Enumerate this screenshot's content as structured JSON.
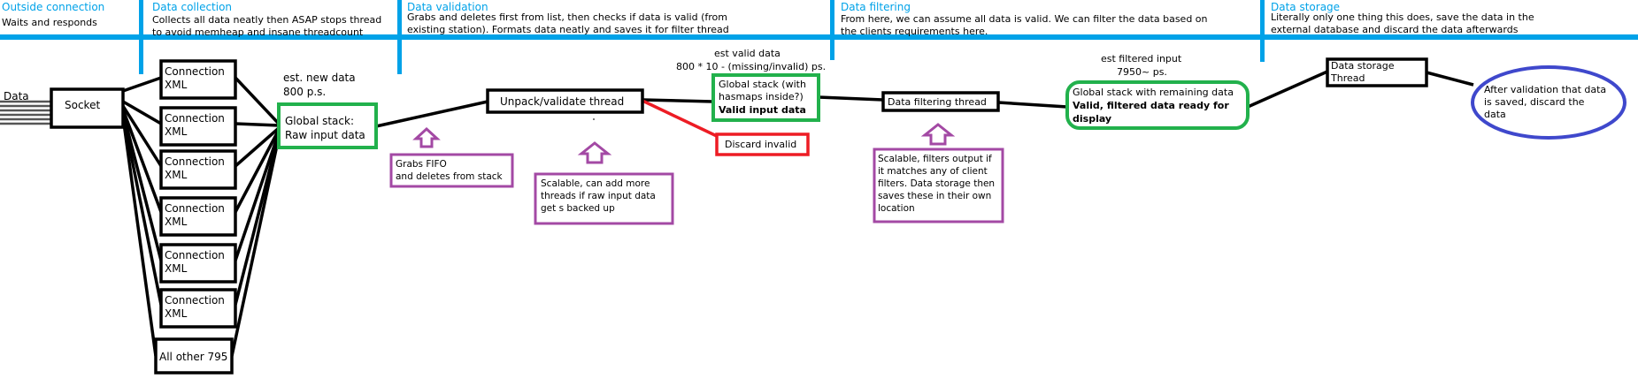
{
  "sections": [
    {
      "title": "Outside connection",
      "description": [
        "Waits and responds"
      ]
    },
    {
      "title": "Data collection",
      "description": [
        "Collects all data neatly then ASAP stops thread",
        "to avoid memheap and insane threadcount"
      ]
    },
    {
      "title": "Data validation",
      "description": [
        "Grabs and deletes first from list, then checks if data is valid (from",
        "existing station). Formats data neatly and saves it for filter thread"
      ]
    },
    {
      "title": "Data filtering",
      "description": [
        "From here, we can assume all data is valid. We can filter the data based on",
        "the clients requirements here."
      ]
    },
    {
      "title": "Data storage",
      "description": [
        "Literally only one thing this does, save the data in the",
        "external database and discard the data afterwards"
      ]
    }
  ],
  "input_label": "Data",
  "socket_label": "Socket",
  "connections": {
    "line1": "Connection",
    "line2": "XML",
    "count": 6,
    "remaining_label": "All other 795"
  },
  "raw_stack": {
    "rate_label": [
      "est. new data",
      "800 p.s."
    ],
    "text": [
      "Global stack:",
      "Raw input data"
    ]
  },
  "unpack_thread": "Unpack/validate thread",
  "valid_stack": {
    "rate_label": [
      "est valid data",
      "800 * 10 - (missing/invalid) ps."
    ],
    "text": [
      "Global stack (with",
      "hasmaps inside?)"
    ],
    "bold_text": "Valid input data"
  },
  "discard_invalid": "Discard invalid",
  "filter_thread": "Data filtering thread",
  "filtered_stack": {
    "rate_label": [
      "est filtered input",
      "7950~ ps."
    ],
    "text": "Global stack with remaining data",
    "bold_text": [
      "Valid, filtered data ready for",
      "display"
    ]
  },
  "storage_thread": [
    "Data storage",
    "Thread"
  ],
  "discard_note": [
    "After validation that data",
    "is saved, discard the",
    "data"
  ],
  "notes": {
    "fifo": [
      "Grabs FIFO",
      "and deletes from stack"
    ],
    "scalable_threads": [
      "Scalable, can add more",
      "threads if raw input data",
      "get s backed up"
    ],
    "scalable_filters": [
      "Scalable, filters output if",
      "it matches any of client",
      "filters. Data storage then",
      "saves these in their own",
      "location"
    ]
  },
  "colors": {
    "section_blue": "#00a2e8",
    "green": "#22b14c",
    "red": "#ed1c24",
    "purple": "#a349a4",
    "ellipse_blue": "#3f48cc",
    "black": "#000000"
  }
}
